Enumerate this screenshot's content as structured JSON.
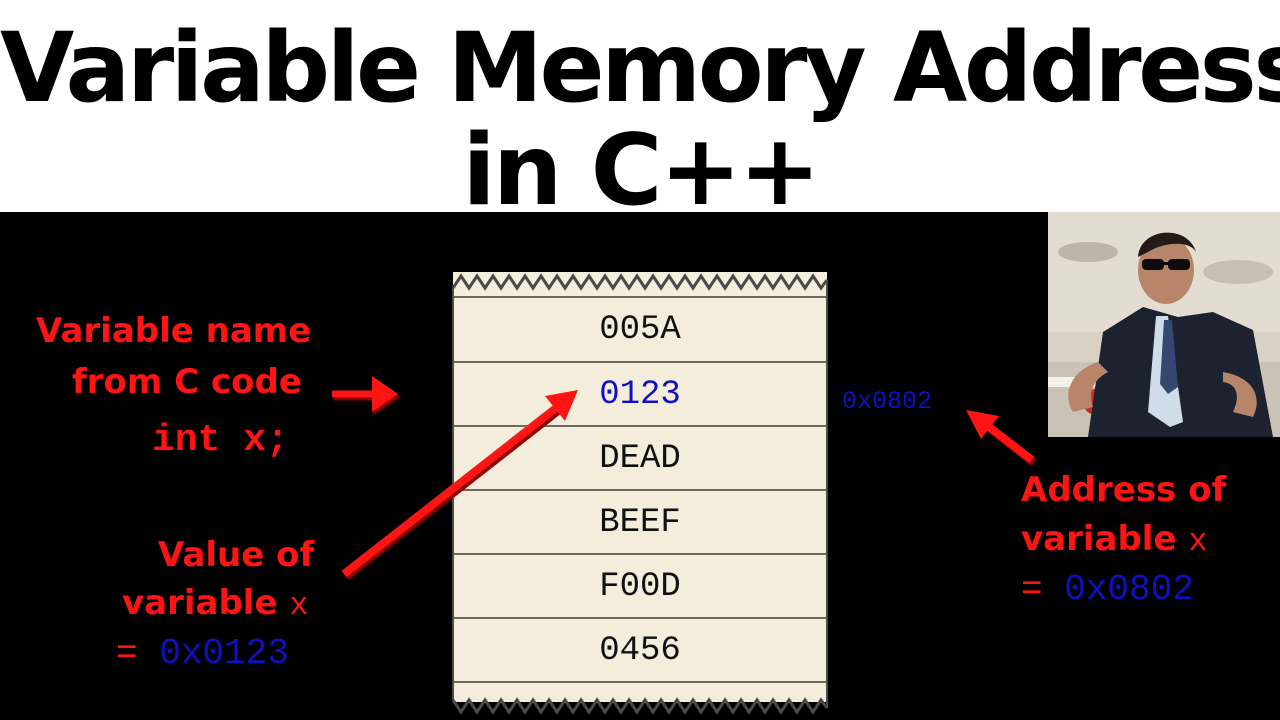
{
  "title": {
    "line1": "Variable Memory Address",
    "line2": "in C++"
  },
  "memory": {
    "cells": [
      "005A",
      "0123",
      "DEAD",
      "BEEF",
      "F00D",
      "0456"
    ],
    "highlight_index": 1
  },
  "address_label": "0x0802",
  "labels": {
    "variable_name_line1": "Variable name",
    "variable_name_line2": "from C code",
    "declaration": "int x;",
    "value_line1": "Value of",
    "value_line2_text": "variable",
    "value_var": "x",
    "value_eq": "=",
    "value_hex": "0x0123",
    "address_line1": "Address of",
    "address_line2_text": "variable",
    "address_var": "x",
    "address_eq": "=",
    "address_hex": "0x0802"
  },
  "colors": {
    "label": "#ff1414",
    "hex": "#1010c0",
    "arrow": "#ff1414",
    "strip": "#f4eddc"
  },
  "icons": {
    "presenter": "presenter-photo"
  }
}
